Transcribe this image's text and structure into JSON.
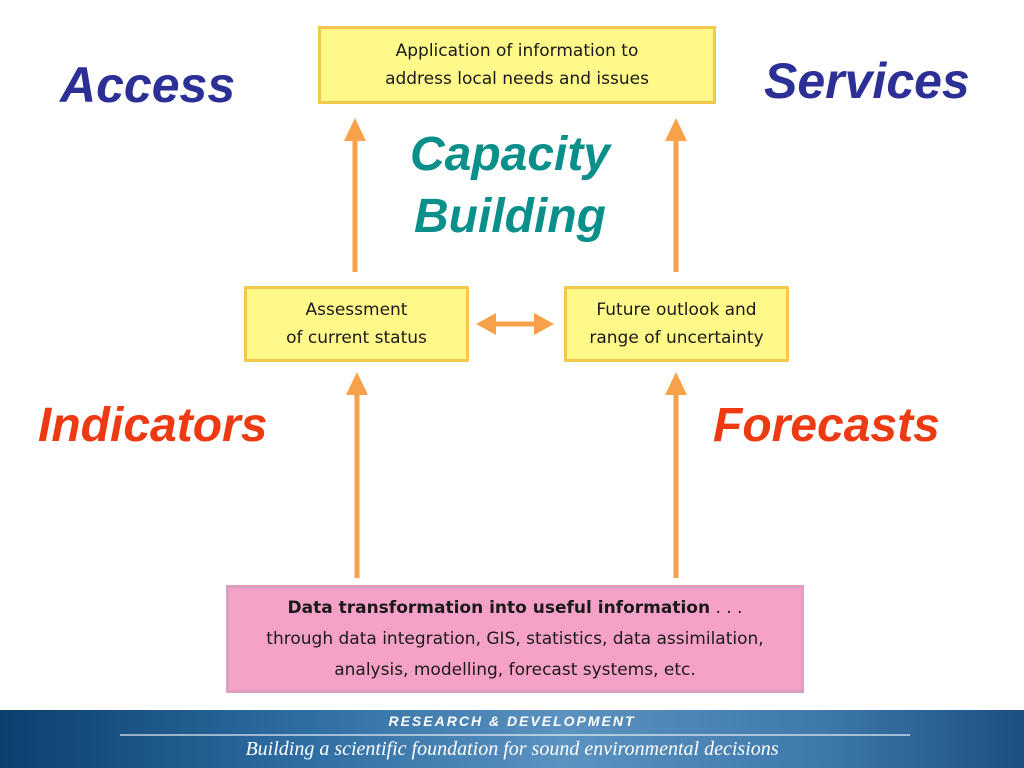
{
  "labels": {
    "access": "Access",
    "services": "Services",
    "capacity_line1": "Capacity",
    "capacity_line2": "Building",
    "indicators": "Indicators",
    "forecasts": "Forecasts"
  },
  "boxes": {
    "top": {
      "line1": "Application of information to",
      "line2": "address local needs and issues"
    },
    "mid_left": {
      "line1": "Assessment",
      "line2": "of current status"
    },
    "mid_right": {
      "line1": "Future outlook and",
      "line2": "range of uncertainty"
    },
    "bottom": {
      "line1_bold": "Data transformation into useful information",
      "line1_tail": " . . .",
      "line2": "through data integration, GIS, statistics, data assimilation,",
      "line3": "analysis, modelling, forecast systems, etc."
    }
  },
  "footer": {
    "title": "RESEARCH & DEVELOPMENT",
    "subtitle": "Building a scientific foundation for sound environmental decisions"
  },
  "colors": {
    "box_fill": "#fff98a",
    "box_border": "#f2c94a",
    "bottom_box_fill": "#f6a2c8",
    "arrow": "#f7a24a",
    "navy_label": "#2b2f96",
    "teal_label": "#0a8f8a",
    "red_label": "#ee3a12"
  }
}
